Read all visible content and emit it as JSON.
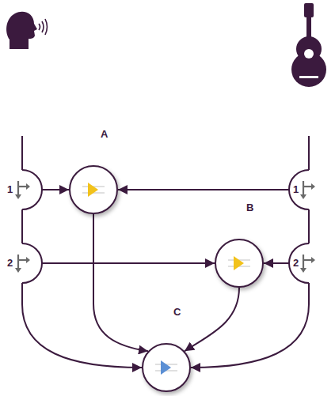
{
  "diagram": {
    "nodes": [
      {
        "text": [
          "1"
        ]
      },
      {
        "text": [
          "A"
        ]
      },
      {
        "text": [
          "1"
        ]
      },
      {
        "text": [
          "2"
        ]
      },
      {
        "text": [
          "B"
        ]
      },
      {
        "text": [
          "2"
        ]
      },
      {
        "text": [
          "C"
        ]
      }
    ],
    "edges": [
      {
        "from": 0,
        "to": 1,
        "arrow": "to"
      },
      {
        "from": 2,
        "to": 1,
        "arrow": "to"
      },
      {
        "from": 3,
        "to": 4,
        "arrow": "to"
      },
      {
        "from": 5,
        "to": 4,
        "arrow": "to"
      },
      {
        "from": 1,
        "to": 6,
        "arrow": "to"
      },
      {
        "from": 4,
        "to": 6,
        "arrow": "to"
      },
      {
        "from": 3,
        "to": 6,
        "arrow": "to"
      },
      {
        "from": 5,
        "to": 6,
        "arrow": "to"
      }
    ]
  }
}
